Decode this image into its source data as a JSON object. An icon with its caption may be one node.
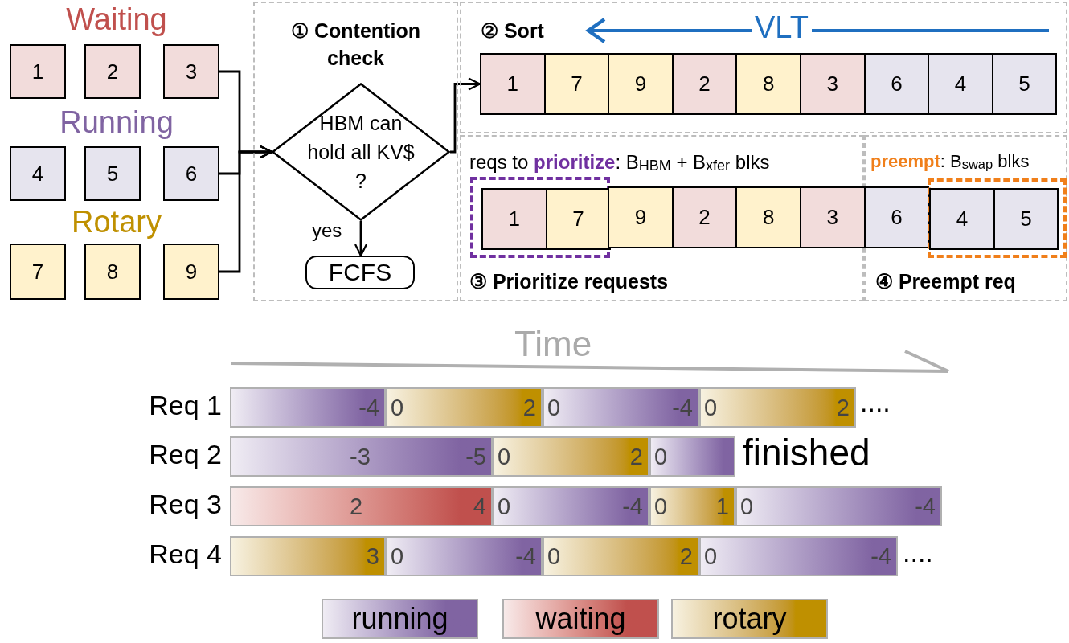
{
  "diagram": {
    "nodes": [
      {
        "text": [
          "1"
        ]
      },
      {
        "text": [
          "2"
        ]
      },
      {
        "text": [
          "3"
        ]
      },
      {
        "text": [
          "4"
        ]
      },
      {
        "text": [
          "5"
        ]
      },
      {
        "text": [
          "6"
        ]
      },
      {
        "text": [
          "7"
        ]
      },
      {
        "text": [
          "8"
        ]
      },
      {
        "text": [
          "9"
        ]
      },
      {
        "text": [
          "① Contention check"
        ]
      },
      {
        "text": [
          "HBM can hold all KV$ ?"
        ],
        "in": 9
      },
      {
        "text": [
          "FCFS"
        ],
        "in": 9
      },
      {
        "text": [
          "② Sort"
        ]
      },
      {
        "text": [
          "1"
        ],
        "in": 12
      },
      {
        "text": [
          "7"
        ],
        "in": 12
      },
      {
        "text": [
          "9"
        ],
        "in": 12
      },
      {
        "text": [
          "2"
        ],
        "in": 12
      },
      {
        "text": [
          "8"
        ],
        "in": 12
      },
      {
        "text": [
          "3"
        ],
        "in": 12
      },
      {
        "text": [
          "6"
        ],
        "in": 12
      },
      {
        "text": [
          "4"
        ],
        "in": 12
      },
      {
        "text": [
          "5"
        ],
        "in": 12
      },
      {
        "text": [
          "reqs to **prioritize**: B$_{HBM}$ + B$_{xfer}$ blks",
          "③ Prioritize requests"
        ]
      },
      {
        "text": [],
        "shape": "box",
        "in": 22
      },
      {
        "text": [
          "1"
        ],
        "in": 23
      },
      {
        "text": [
          "7"
        ],
        "in": 23
      },
      {
        "text": [
          "9"
        ],
        "in": 22
      },
      {
        "text": [
          "2"
        ],
        "in": 22
      },
      {
        "text": [
          "8"
        ],
        "in": 22
      },
      {
        "text": [
          "3"
        ],
        "in": 22
      },
      {
        "text": [
          "**preempt**: B$_{swap}$ blks",
          "④ Preempt req"
        ]
      },
      {
        "text": [
          "6"
        ],
        "in": 30
      },
      {
        "text": [],
        "shape": "box",
        "in": 30
      },
      {
        "text": [
          "4"
        ],
        "in": 32
      },
      {
        "text": [
          "5"
        ],
        "in": 32
      },
      {
        "text": [
          "-4"
        ]
      },
      {
        "text": [
          "0",
          "2"
        ]
      },
      {
        "text": [
          "0",
          "-4"
        ]
      },
      {
        "text": [
          "0",
          "2"
        ]
      },
      {
        "text": [
          "-3",
          "-5"
        ]
      },
      {
        "text": [
          "0",
          "2"
        ]
      },
      {
        "text": [
          "0"
        ]
      },
      {
        "text": [
          "2",
          "4"
        ]
      },
      {
        "text": [
          "0",
          "-4"
        ]
      },
      {
        "text": [
          "0",
          "1"
        ]
      },
      {
        "text": [
          "0",
          "-4"
        ]
      },
      {
        "text": [
          "3"
        ]
      },
      {
        "text": [
          "0",
          "-4"
        ]
      },
      {
        "text": [
          "0",
          "2"
        ]
      },
      {
        "text": [
          "0",
          "-4"
        ]
      }
    ],
    "edges": [
      {
        "from": 2,
        "to": 10,
        "arrow": "to"
      },
      {
        "from": 5,
        "to": 10,
        "arrow": "to"
      },
      {
        "from": 8,
        "to": 10,
        "arrow": "to"
      },
      {
        "from": 10,
        "to": 11,
        "arrow": "to",
        "label": "yes"
      },
      {
        "from": 10,
        "to": 13,
        "arrow": "to"
      }
    ],
    "labels": [
      "Waiting",
      "Running",
      "Rotary",
      "VLT",
      "Time",
      "Req 1",
      "....",
      "Req 2",
      "finished",
      "Req 3",
      "Req 4",
      "...."
    ],
    "legend": [
      {
        "text": "running",
        "color": "#8064a2"
      },
      {
        "text": "waiting",
        "color": "#c0504d"
      },
      {
        "text": "rotary",
        "color": "#bf9000"
      }
    ]
  }
}
